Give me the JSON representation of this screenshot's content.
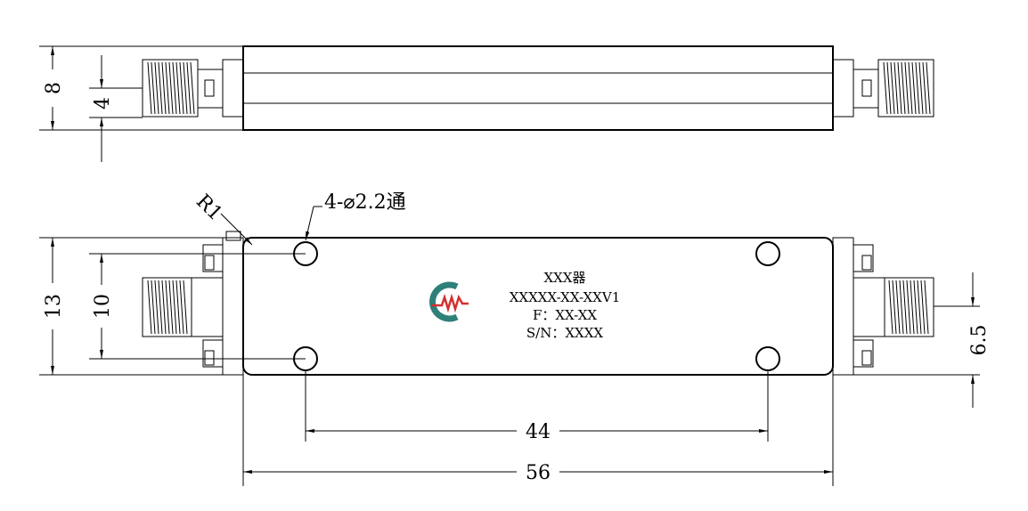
{
  "top_view": {
    "dim_height": "8",
    "dim_connector": "4"
  },
  "front_view": {
    "radius": "R1",
    "holes_note": "4-⌀2.2通",
    "dim_height": "13",
    "dim_hole_spacing_v": "10",
    "dim_connector_offset": "6.5",
    "dim_hole_spacing_h": "44",
    "dim_total_length": "56",
    "label": {
      "line1": "XXX器",
      "line2": "XXXXX-XX-XXV1",
      "line3": "F：XX-XX",
      "line4": "S/N：XXXX"
    }
  },
  "colors": {
    "line": "#000000",
    "logo_red": "#d32f2f",
    "logo_teal": "#2f7f7a"
  }
}
